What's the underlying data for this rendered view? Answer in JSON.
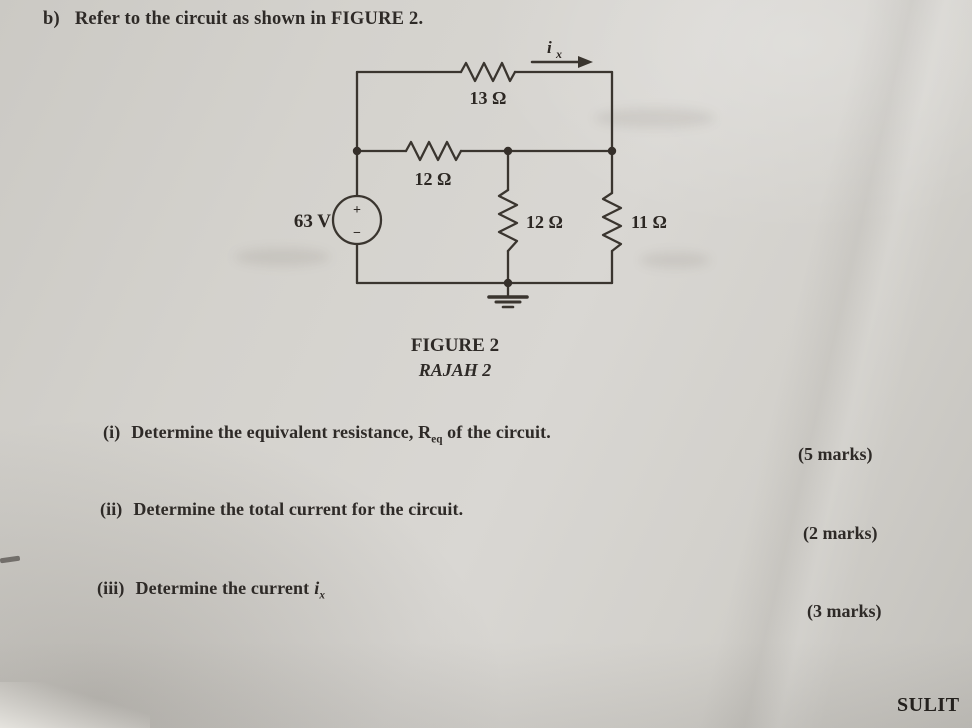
{
  "header": {
    "item_label": "b)",
    "text": "Refer to the circuit as shown in",
    "figure_ref": "FIGURE 2."
  },
  "figure": {
    "caption_en": "FIGURE 2",
    "caption_ms": "RAJAH 2",
    "source_label": "63 V",
    "source_plus": "+",
    "source_minus": "−",
    "current_symbol": "i",
    "current_subscript": "x",
    "resistor_top": "13 Ω",
    "resistor_series": "12 Ω",
    "resistor_shunt": "12 Ω",
    "resistor_right": "11 Ω"
  },
  "questions": {
    "q1": {
      "numeral": "(i)",
      "before_sub": "Determine the equivalent resistance, R",
      "subscript": "eq",
      "after_sub": " of the circuit.",
      "marks": "(5 marks)"
    },
    "q2": {
      "numeral": "(ii)",
      "text": "Determine the total current for the circuit.",
      "marks": "(2 marks)"
    },
    "q3": {
      "numeral": "(iii)",
      "text": "Determine the current",
      "symbol": "i",
      "subscript": "x",
      "marks": "(3 marks)"
    }
  },
  "footer": {
    "label": "SULIT"
  }
}
